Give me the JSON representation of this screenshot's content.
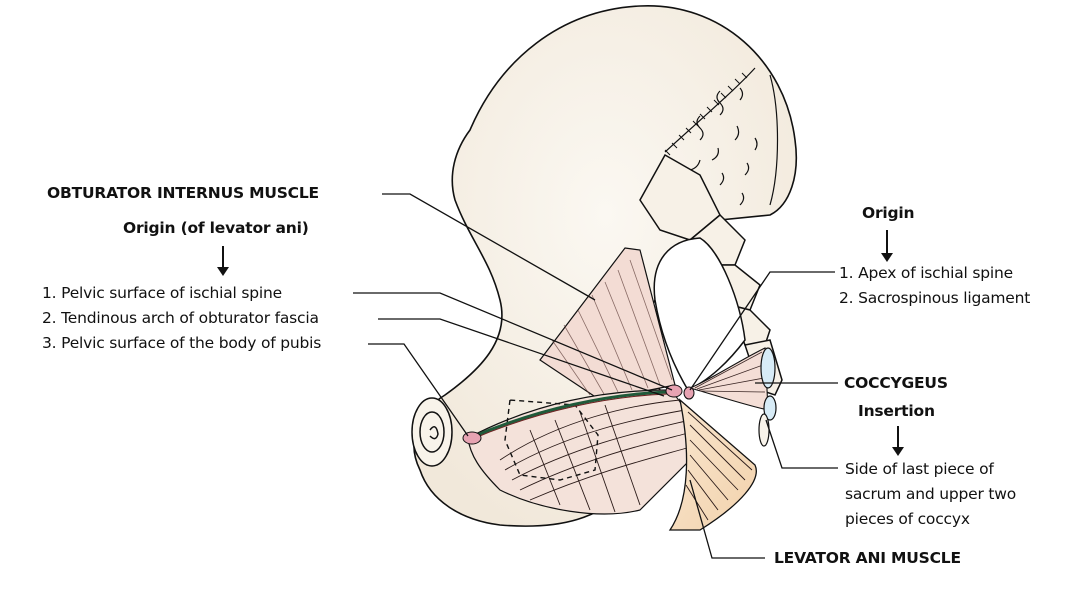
{
  "diagram": {
    "subject": "Levator ani and coccygeus muscles (medial view of hip bone)",
    "colors": {
      "bone": "#f8f3ea",
      "bone_shadow": "#efe4d3",
      "muscle_pink": "#f3ddd6",
      "levator_tendon": "#f6dcbc",
      "attachment_nodule": "#e7a3b2",
      "tendinous_arch": "#1f5a3a",
      "sacrospinous": "#d7ebf6",
      "line": "#111111"
    }
  },
  "labels": {
    "obturator_internus": "OBTURATOR INTERNUS MUSCLE",
    "levator_origin_heading": "Origin (of levator ani)",
    "levator_origins": [
      "1. Pelvic surface of ischial spine",
      "2. Tendinous arch of obturator fascia",
      "3. Pelvic surface of the body of pubis"
    ],
    "coccygeus_origin_heading": "Origin",
    "coccygeus_origins": [
      "1. Apex of ischial spine",
      "2. Sacrospinous ligament"
    ],
    "coccygeus": "COCCYGEUS",
    "coccygeus_insertion_heading": "Insertion",
    "coccygeus_insertion": [
      "Side of last piece of",
      "sacrum and upper two",
      "pieces of coccyx"
    ],
    "levator_ani": "LEVATOR ANI MUSCLE"
  }
}
